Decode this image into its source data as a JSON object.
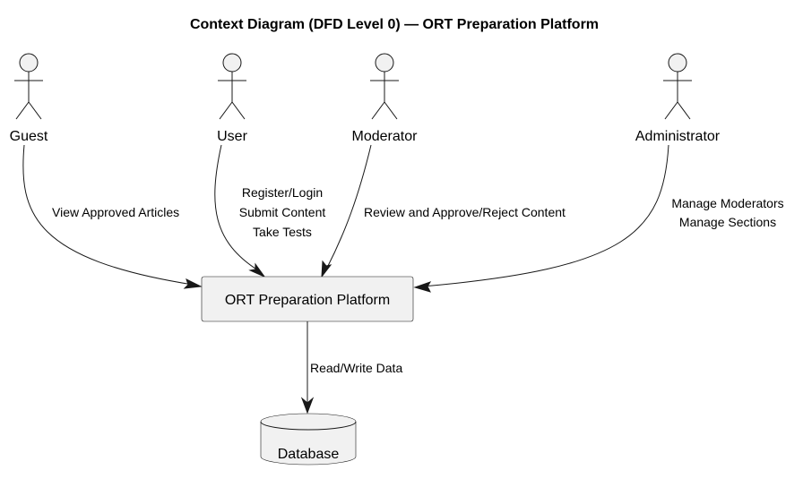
{
  "title": "Context Diagram (DFD Level 0) — ORT Preparation Platform",
  "actors": [
    {
      "id": "guest",
      "label": "Guest"
    },
    {
      "id": "user",
      "label": "User"
    },
    {
      "id": "moderator",
      "label": "Moderator"
    },
    {
      "id": "administrator",
      "label": "Administrator"
    }
  ],
  "system": {
    "label": "ORT Preparation Platform"
  },
  "datastore": {
    "label": "Database"
  },
  "flows": [
    {
      "from": "Guest",
      "to": "ORT Preparation Platform",
      "lines": [
        "View Approved Articles"
      ]
    },
    {
      "from": "User",
      "to": "ORT Preparation Platform",
      "lines": [
        "Register/Login",
        "Submit Content",
        "Take Tests"
      ]
    },
    {
      "from": "Moderator",
      "to": "ORT Preparation Platform",
      "lines": [
        "Review and Approve/Reject Content"
      ]
    },
    {
      "from": "Administrator",
      "to": "ORT Preparation Platform",
      "lines": [
        "Manage Moderators",
        "Manage Sections"
      ]
    },
    {
      "from": "ORT Preparation Platform",
      "to": "Database",
      "lines": [
        "Read/Write Data"
      ]
    }
  ]
}
